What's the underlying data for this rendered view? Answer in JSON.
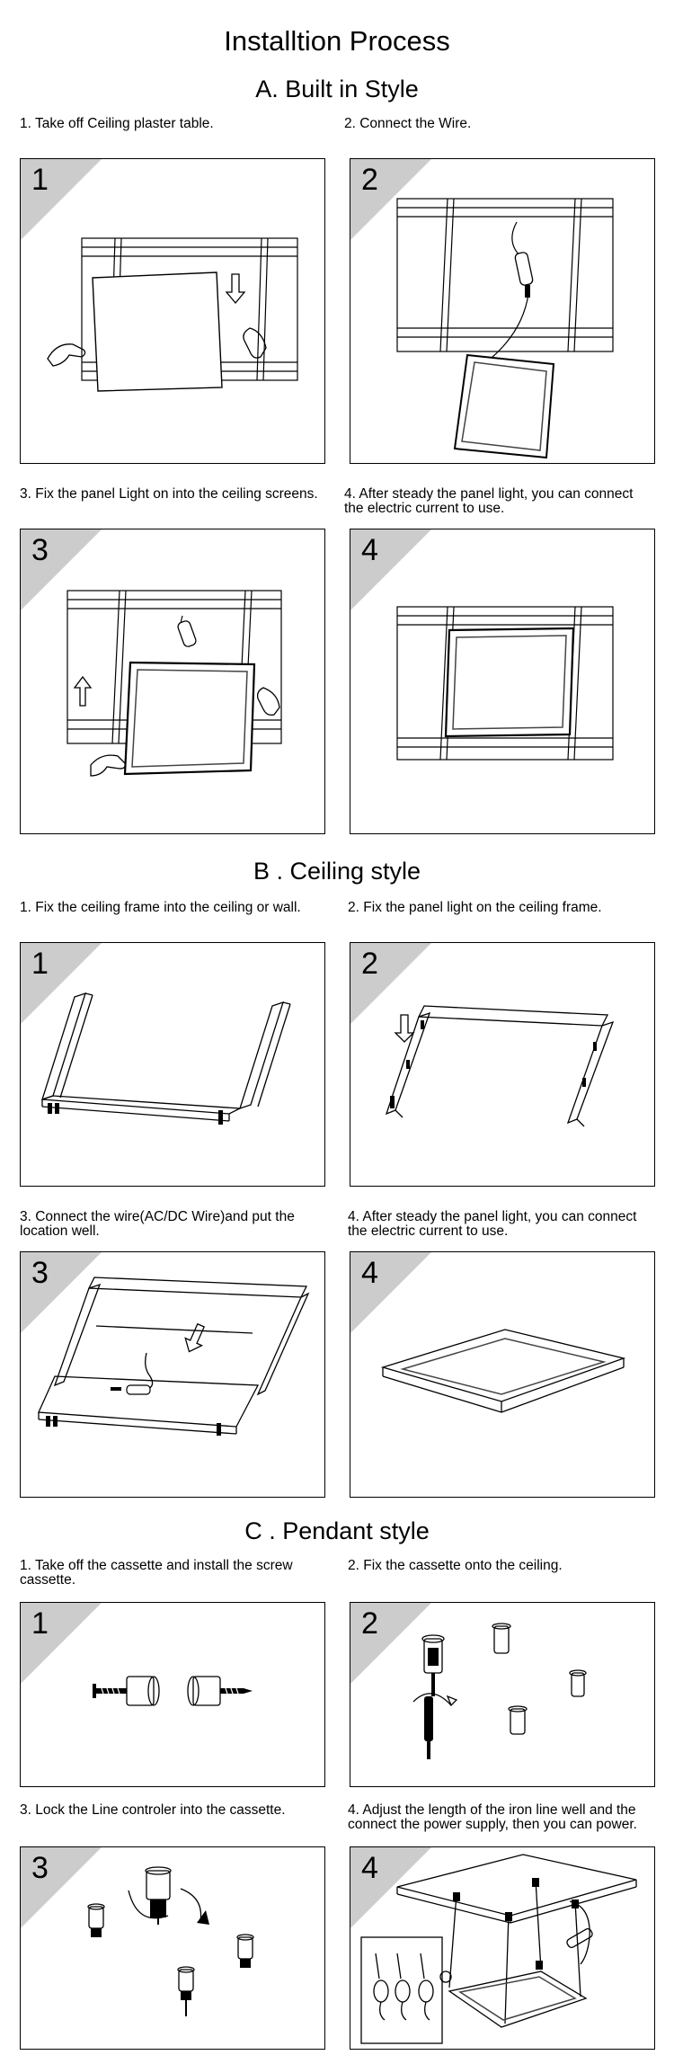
{
  "title": "Installtion Process",
  "sections": [
    {
      "heading": "A. Built in Style",
      "steps": [
        {
          "number": "1",
          "text": "1. Take off Ceiling plaster table."
        },
        {
          "number": "2",
          "text": "2. Connect the Wire."
        },
        {
          "number": "3",
          "text": "3. Fix the panel Light on into the ceiling screens."
        },
        {
          "number": "4",
          "text": "4. After steady the panel light, you can connect\n    the electric current to use."
        }
      ]
    },
    {
      "heading": "B . Ceiling style",
      "steps": [
        {
          "number": "1",
          "text": "1. Fix the ceiling frame into the ceiling or wall."
        },
        {
          "number": "2",
          "text": "2. Fix the panel light on the ceiling frame."
        },
        {
          "number": "3",
          "text": "3. Connect the wire(AC/DC Wire)and put the\n    location well."
        },
        {
          "number": "4",
          "text": "4. After steady the panel light, you can connect\n    the electric current to use."
        }
      ]
    },
    {
      "heading": "C . Pendant style",
      "steps": [
        {
          "number": "1",
          "text": "1. Take off the cassette and install the screw\n    cassette."
        },
        {
          "number": "2",
          "text": "2. Fix the cassette onto the ceiling."
        },
        {
          "number": "3",
          "text": "3. Lock the Line controler into the cassette."
        },
        {
          "number": "4",
          "text": "4. Adjust the length of the iron line well and the\n    connect the power supply, then you can power."
        }
      ]
    }
  ],
  "colors": {
    "corner_fill": "#cccccc",
    "line": "#000000",
    "panel_frame": "#444444"
  }
}
